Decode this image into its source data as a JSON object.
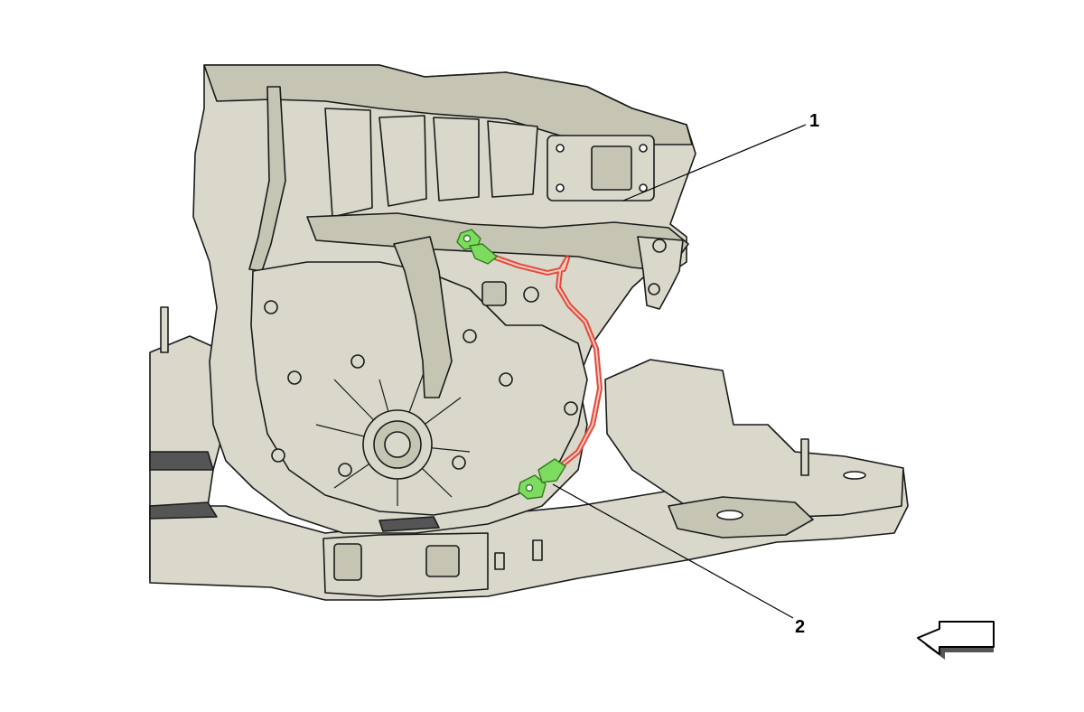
{
  "callouts": [
    {
      "number": "1"
    },
    {
      "number": "2"
    }
  ],
  "colors": {
    "part_fill": "#d9d8ca",
    "part_dark": "#c6c4b3",
    "outline": "#1a1a1a",
    "highlight_terminal": "#7ddc5f",
    "highlight_cable": "#e24a3b",
    "background": "#ffffff"
  },
  "direction_arrow": {
    "icon": "left-arrow-icon",
    "points": "left"
  }
}
